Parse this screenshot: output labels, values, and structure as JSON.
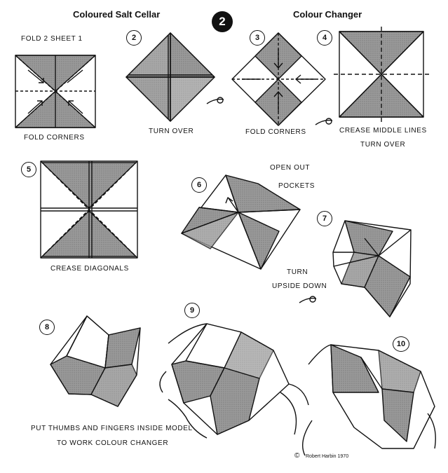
{
  "header": {
    "left_title": "Coloured Salt Cellar",
    "right_title": "Colour Changer",
    "badge": "2"
  },
  "sheet_label": "FOLD 2  SHEET 1",
  "steps": [
    {
      "number": "2",
      "caption": "TURN OVER"
    },
    {
      "number": "3",
      "caption": "FOLD CORNERS"
    },
    {
      "number": "4",
      "caption": "CREASE MIDDLE LINES",
      "caption2": "TURN OVER"
    },
    {
      "number": "5",
      "caption": "CREASE DIAGONALS"
    },
    {
      "number": "6",
      "caption": "OPEN OUT",
      "caption2": "POCKETS"
    },
    {
      "number": "7",
      "caption": "TURN",
      "caption2": "UPSIDE DOWN"
    },
    {
      "number": "8",
      "caption": ""
    },
    {
      "number": "9",
      "caption": ""
    },
    {
      "number": "10",
      "caption": ""
    }
  ],
  "step1_caption": "FOLD CORNERS",
  "footer": {
    "instruction_line1": "PUT THUMBS AND FINGERS INSIDE MODEL",
    "instruction_line2": "TO WORK COLOUR CHANGER",
    "copyright_symbol": "©",
    "credit": "Robert Harbin 1970"
  },
  "colors": {
    "ink": "#111111",
    "shade": "#8c8c8c",
    "paper": "#ffffff"
  }
}
